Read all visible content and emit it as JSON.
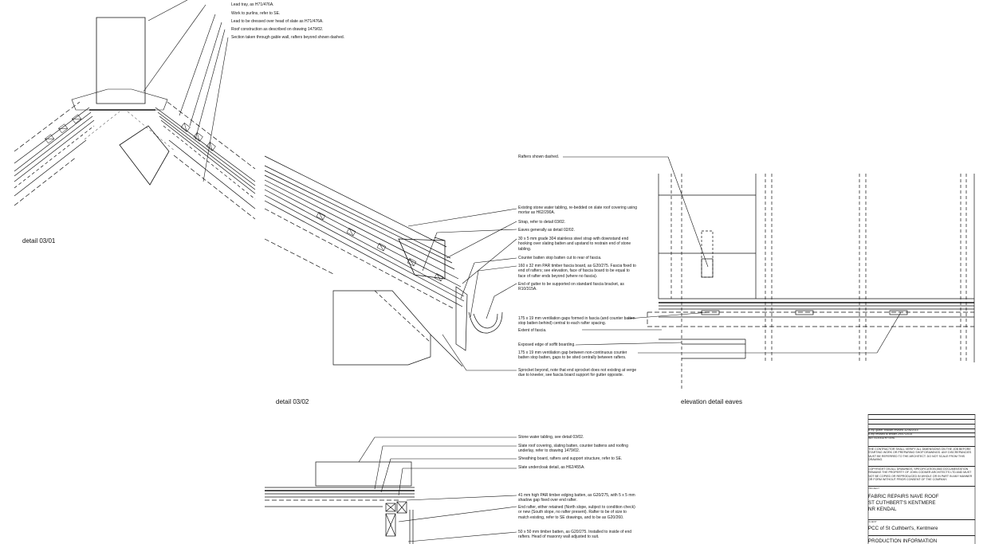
{
  "detail_03_01": {
    "caption": "detail 03/01",
    "notes": [
      "Lead tray, as H71/476A.",
      "Work to purlins, refer to SE.",
      "Lead to be dressed over head of slate as H71/476A.",
      "Roof construction as described on drawing 1479/02.",
      "Section taken through gable wall, rafters beyond shown dashed."
    ]
  },
  "detail_03_02": {
    "caption": "detail 03/02",
    "notes": [
      "Existing stone water tabling, re-bedded on slate roof covering using mortar as H62/290A.",
      "Strap, refer to detail 03/02.",
      "Eaves generally as detail 02/02.",
      "30 x 5 mm grade 304 stainless steel strap with downstand end hooking over slating batten and upstand to restrain end of stone tabling.",
      "Counter batten stop batten cut to rear of fascia.",
      "160 x 32 mm PAR timber fascia board, as G20/275. Fascia fixed to end of rafters; see elevation, face of fascia board to be equal to face of rafter ends beyond (where no fascia).",
      "End of gutter to be supported on standard fascia bracket, as R10/315A."
    ]
  },
  "elevation_eaves": {
    "caption": "elevation detail eaves",
    "notes": [
      "Rafters shown dashed.",
      "175 x 19 mm ventilation gaps formed in fascia (and counter batten stop batten behind) central to each rafter spacing.",
      "Extent of fascia.",
      "Exposed edge of soffit boarding.",
      "175 x 19 mm ventilation gap between non-continuous counter batten stop batten, gaps to be sited centrally between rafters.",
      "Sprocket beyond, note that end sprocket does not existing at verge due to kneeler, see fascia board support for gutter opposite."
    ]
  },
  "detail_bottom": {
    "notes": [
      "Stone water tabling, see detail 03/02.",
      "Slate roof covering, slating batten, counter battens and roofing underlay, refer to drawing 1479/02.",
      "Sheathing board, rafters and support structure, refer to SE.",
      "Slate undercloak detail, as H62/455A.",
      "41 mm high PAR timber edging batten, as G20/275, with 5 x 5 mm shadow gap fixed over end rafter.",
      "End rafter, either retained (North slope, subject to condition check) or new (South slope, no rafter present). Rafter to be of size to match existing, refer to SE drawings, and to be as G20/260.",
      "50 x 50 mm timber batten, as G20/275. Installed to inside of end rafters. Head of masonry wall adjusted to suit."
    ]
  },
  "title_block": {
    "revisions": [
      "B   mp   gutter bracket revised   11/06/2015",
      "A   mp   revised to tender   29/07/2015"
    ],
    "revision_header": "REV  CHANGE                       BY    DATE",
    "disclaimer": "THE CONTRACTOR SHALL VERIFY ALL DIMENSIONS ON THE JOB BEFORE STARTING WORK OR PREPARING SHOP DRAWINGS. ANY DISCREPANCIES MUST BE REFERRED TO THE ARCHITECT. DO NOT SCALE FROM THIS DRAWING.",
    "copyright": "COPYRIGHT ON ALL DRAWINGS, SPECIFICATION AND DOCUMENTATION REMAINS THE PROPERTY OF JOHN CODNER ARCHITECTS LTD AND MUST NOT BE COPIED OR REPRODUCED IN WHOLE OR IN PART IN ANY MANNER OR FORM WITHOUT PRIOR CONSENT OF THE COMPANY.",
    "project_label": "PROJECT",
    "project_lines": [
      "FABRIC REPAIRS   NAVE ROOF",
      "ST CUTHBERT'S   KENTMERE",
      "NR KENDAL"
    ],
    "client_label": "CLIENT",
    "client": "PCC of St Cuthbert's, Kentmere",
    "status": "PRODUCTION INFORMATION"
  }
}
